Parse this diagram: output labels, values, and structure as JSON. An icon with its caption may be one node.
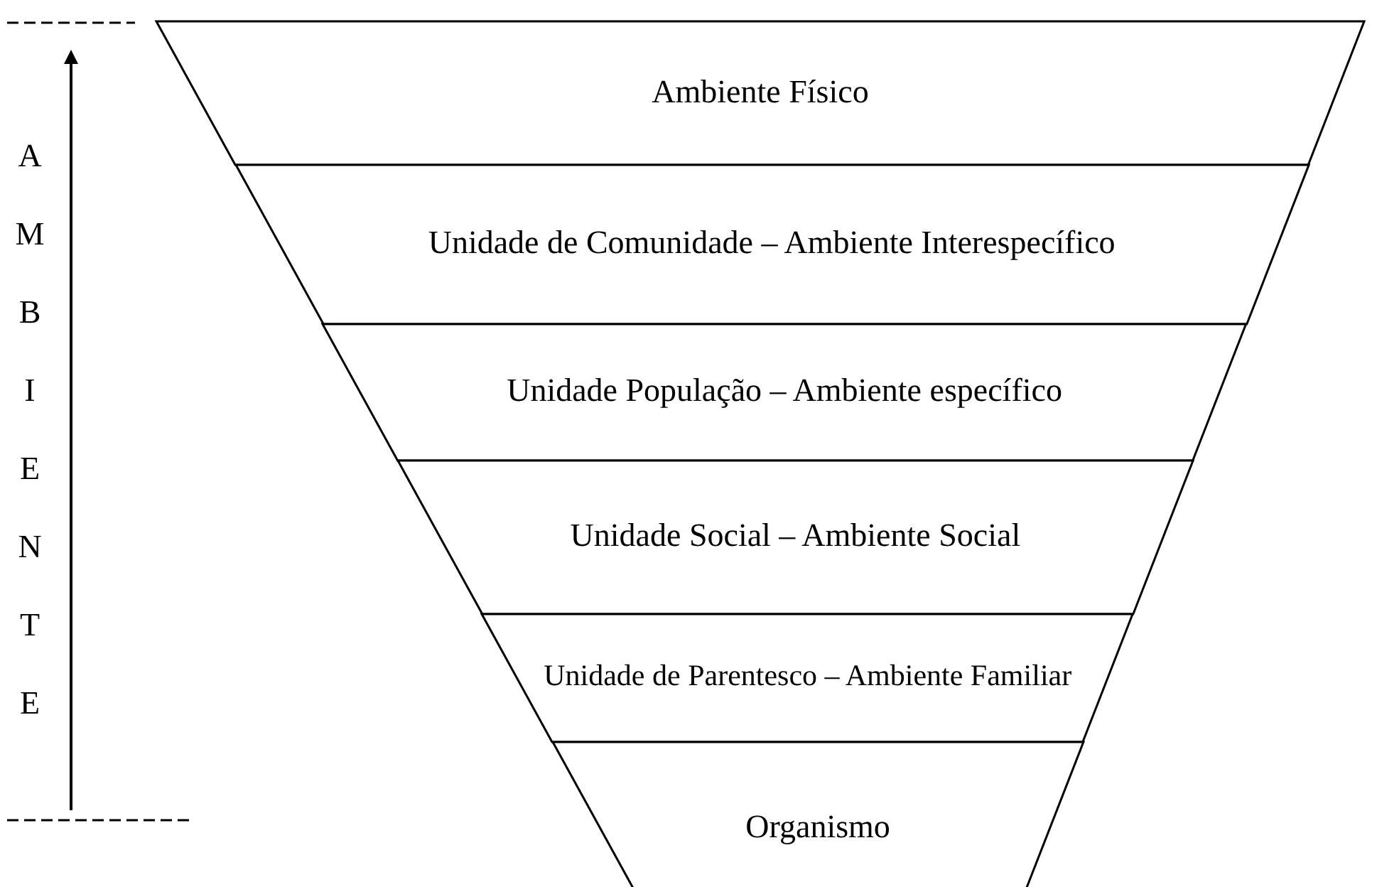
{
  "diagram": {
    "nodes": [
      {
        "text": [
          "Ambiente Físico"
        ]
      },
      {
        "text": [
          "Unidade de Comunidade – Ambiente Interespecífico"
        ]
      },
      {
        "text": [
          "Unidade População – Ambiente específico"
        ]
      },
      {
        "text": [
          "Unidade Social – Ambiente Social"
        ]
      },
      {
        "text": [
          "Unidade de Parentesco – Ambiente Familiar"
        ]
      },
      {
        "text": [
          "Organismo"
        ]
      }
    ],
    "labels": [
      "AMBIENTE"
    ]
  }
}
